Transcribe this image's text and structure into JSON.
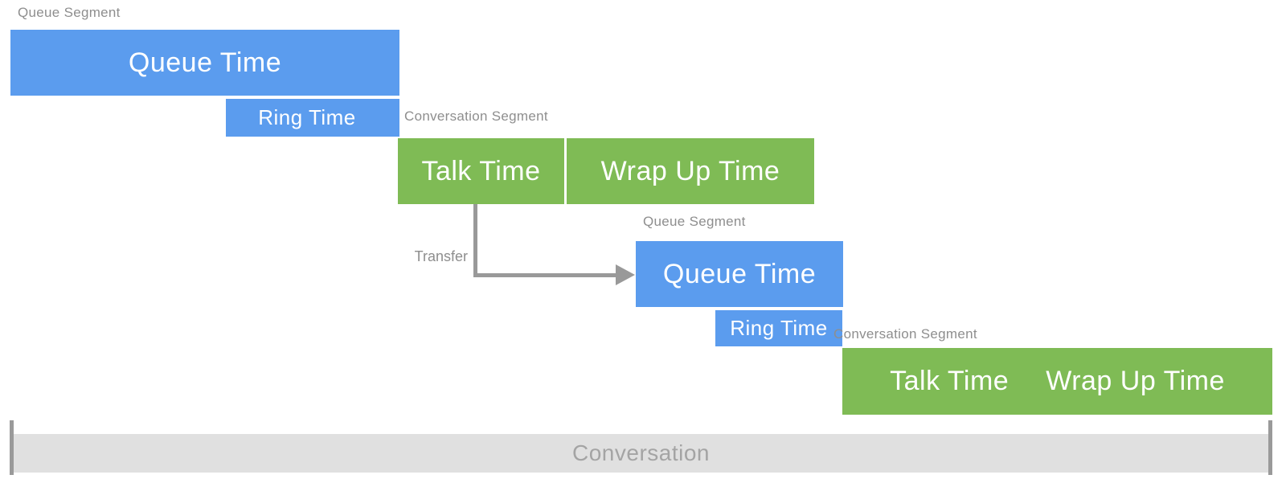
{
  "diagram": {
    "queue_segment_1": {
      "title": "Queue Segment",
      "queue_time_label": "Queue Time",
      "ring_time_label": "Ring Time"
    },
    "conversation_segment_1": {
      "title": "Conversation Segment",
      "talk_time_label": "Talk Time",
      "wrap_up_time_label": "Wrap Up Time"
    },
    "transfer": {
      "label": "Transfer"
    },
    "queue_segment_2": {
      "title": "Queue Segment",
      "queue_time_label": "Queue Time",
      "ring_time_label": "Ring Time"
    },
    "conversation_segment_2": {
      "title": "Conversation Segment",
      "talk_time_label": "Talk Time",
      "wrap_up_time_label": "Wrap Up Time"
    },
    "timeline": {
      "label": "Conversation"
    }
  },
  "colors": {
    "queue_bar": "#5B9CEE",
    "conversation_bar": "#7FBB55",
    "timeline_bar": "#E0E0E0",
    "timeline_text": "#A4A4A4",
    "segment_label": "#8E8E8E",
    "connector": "#999999",
    "tick": "#9A9A9A"
  }
}
